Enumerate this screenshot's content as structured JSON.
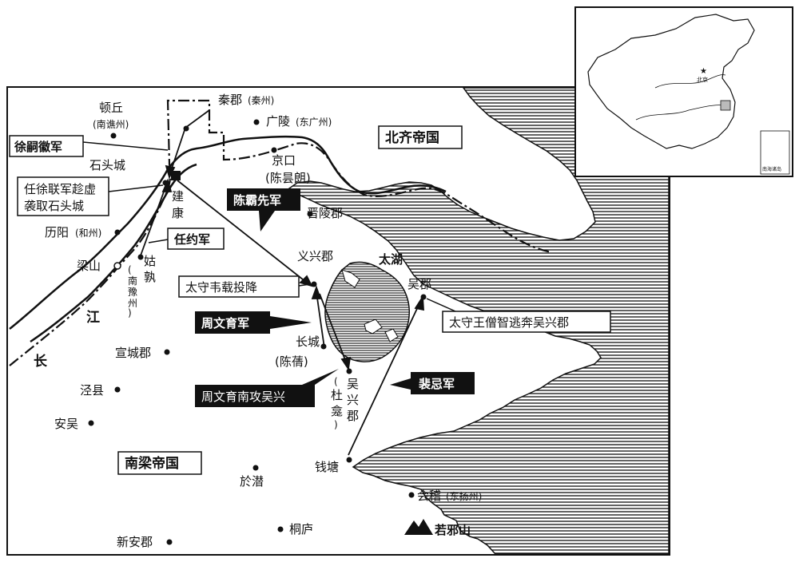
{
  "map": {
    "empires": {
      "north": "北齐帝国",
      "south": "南梁帝国"
    },
    "lake": "太湖",
    "river": [
      "长",
      "江"
    ],
    "mountain": "若邪山",
    "places": {
      "dunqiu": "顿丘",
      "dunqiu_sub": "(南谯州)",
      "qinjun": "秦郡",
      "qinjun_sub": "(秦州)",
      "guangling": "广陵",
      "guangling_sub": "(东广州)",
      "jingkou": "京口",
      "jingkou_sub": "(陈昙朗)",
      "shitoucheng": "石头城",
      "jiankang_1": "建",
      "jiankang_2": "康",
      "jinling": "晋陵郡",
      "liyang": "历阳",
      "liyang_sub": "(和州)",
      "liangshan": "梁山",
      "gushu": [
        "姑",
        "孰"
      ],
      "gushu_sub": [
        "(",
        "南",
        "豫",
        "州",
        ")"
      ],
      "yixing": "义兴郡",
      "wujun": "吴郡",
      "changcheng": "长城",
      "changcheng_sub": "(陈蒨)",
      "wuxing": [
        "吴",
        "兴",
        "郡"
      ],
      "wuxing_sub": [
        "(",
        "杜",
        "龛",
        ")"
      ],
      "xuancheng": "宣城郡",
      "jingxian": "泾县",
      "anwu": "安吴",
      "qiantang": "钱塘",
      "huiji": "会稽",
      "huiji_sub": "(东扬州)",
      "yuqian": "於潜",
      "tonglu": "桐庐",
      "xinan": "新安郡"
    },
    "callouts": {
      "xu_sihui": "徐嗣徽军",
      "ren_xu_1": "任徐联军趁虚",
      "ren_xu_2": "袭取石头城",
      "ren_yue": "任约军",
      "chen_baxian": "陈霸先军",
      "wei_zai": "太守韦载投降",
      "zhou_wenyu": "周文育军",
      "zhou_attack": "周文育南攻吴兴",
      "pei_ji": "裴忌军",
      "wang_sengzhi": "太守王僧智逃奔吴兴郡"
    },
    "inset": {
      "capital": "北京",
      "island": "南海诸岛"
    }
  }
}
